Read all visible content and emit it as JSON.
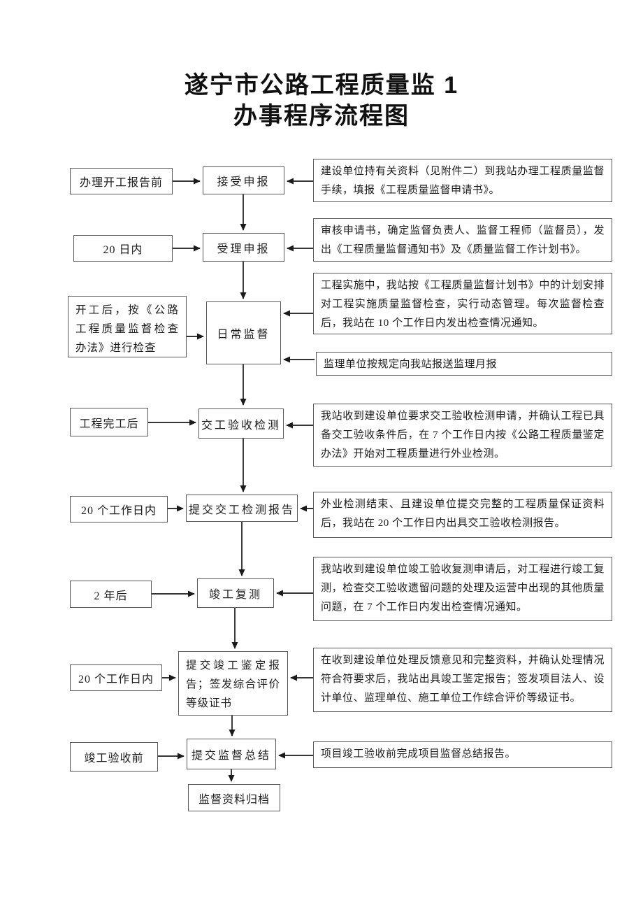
{
  "title": {
    "line1": "遂宁市公路工程质量监 1",
    "line2": "办事程序流程图"
  },
  "flow": {
    "steps": [
      {
        "when": "办理开工报告前",
        "stage": "接受申报",
        "note": "建设单位持有关资料（见附件二）到我站办理工程质量监督手续，填报《工程质量监督申请书》。"
      },
      {
        "when": "20 日内",
        "stage": "受理申报",
        "note": "审核申请书，确定监督负责人、监督工程师（监督员），发出《工程质量监督通知书》及《质量监督工作计划书》。"
      },
      {
        "when": "开工后，按《公路工程质量监督检查办法》进行检查",
        "stage": "日常监督",
        "note": "工程实施中，我站按《工程质量监督计划书》中的计划安排对工程实施质量监督检查，实行动态管理。每次监督检查后，我站在 10 个工作日内发出检查情况通知。",
        "note_secondary": "监理单位按规定向我站报送监理月报"
      },
      {
        "when": "工程完工后",
        "stage": "交工验收检测",
        "note": "我站收到建设单位要求交工验收检测申请，并确认工程已具备交工验收条件后，在 7 个工作日内按《公路工程质量鉴定办法》开始对工程质量进行外业检测。"
      },
      {
        "when": "20 个工作日内",
        "stage": "提交交工检测报告",
        "note": "外业检测结束、且建设单位提交完整的工程质量保证资料后，我站在 20 个工作日内出具交工验收检测报告。"
      },
      {
        "when": "2 年后",
        "stage": "竣工复测",
        "note": "我站收到建设单位竣工验收复测申请后，对工程进行竣工复测，检查交工验收遗留问题的处理及运营中出现的其他质量问题，在 7 个工作日内发出检查情况通知。"
      },
      {
        "when": "20 个工作日内",
        "stage": "提交竣工鉴定报告；签发综合评价等级证书",
        "note": "在收到建设单位处理反馈意见和完整资料，并确认处理情况符合符要求后，我站出具竣工鉴定报告；签发项目法人、设计单位、监理单位、施工单位工作综合评价等级证书。"
      },
      {
        "when": "竣工验收前",
        "stage": "提交监督总结",
        "note": "项目竣工验收前完成项目监督总结报告。"
      }
    ],
    "final_stage": "监督资料归档"
  },
  "colors": {
    "text": "#1c1c1c",
    "box_border": "#595959",
    "arrow": "#1a1a1a",
    "background": "#ffffff"
  }
}
